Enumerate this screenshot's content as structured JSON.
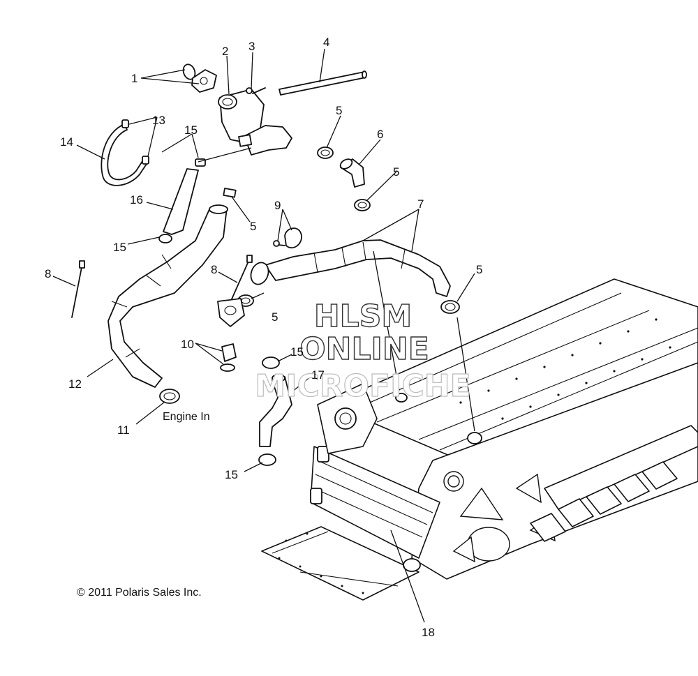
{
  "callouts": {
    "c1": "1",
    "c2": "2",
    "c3": "3",
    "c4": "4",
    "c5a": "5",
    "c5b": "5",
    "c5c": "5",
    "c5d": "5",
    "c5e": "5",
    "c6": "6",
    "c7": "7",
    "c8a": "8",
    "c8b": "8",
    "c9": "9",
    "c10": "10",
    "c11": "11",
    "c12": "12",
    "c13": "13",
    "c14": "14",
    "c15a": "15",
    "c15b": "15",
    "c15c": "15",
    "c15d": "15",
    "c16": "16",
    "c17": "17",
    "c18": "18"
  },
  "notes": {
    "engine_in": "Engine In",
    "copyright": "© 2011 Polaris Sales Inc."
  },
  "watermark": {
    "line1": "HLSM",
    "line2": "ONLINE",
    "line3": "MICROFICHE"
  }
}
